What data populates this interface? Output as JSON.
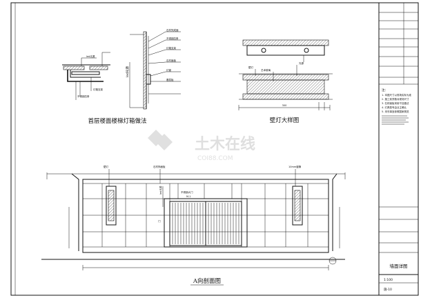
{
  "detail_left": {
    "title": "首层楼面楼梯灯箱做法",
    "label_top": "led光源",
    "label_side": "led光源",
    "notes": [
      "石材完成面",
      "不锈钢压条",
      "灯箱支架",
      "石材面板",
      "灯管",
      "基层板"
    ]
  },
  "detail_right": {
    "title": "壁灯大样图",
    "label_box": "壁灯",
    "label_inner": "艺术玻璃",
    "label_side": "光源",
    "dim_bottom": "300"
  },
  "elevation": {
    "title": "A向剖面图",
    "tag_left": "壁灯",
    "tag_mid": "石材饰面板",
    "tag_right": "10mm缝隙",
    "light_label": "led光源",
    "door_label": "门",
    "door_note": "不锈钢大门",
    "door_code": "M-1"
  },
  "notes_block": {
    "heading": "注：",
    "items": [
      "1. 本图尺寸以现场实际为准",
      "2. 施工前须核对现场尺寸",
      "3. 石材面板采用干挂做法",
      "4. 灯具型号由业主确认",
      "5. 未尽事宜参照国家规范"
    ]
  },
  "title_block": {
    "drawing_name": "墙面详图",
    "scale": "1:100",
    "sheet_no": "施-10"
  },
  "watermark": {
    "main": "土木在线",
    "sub": "COI88.COM"
  }
}
